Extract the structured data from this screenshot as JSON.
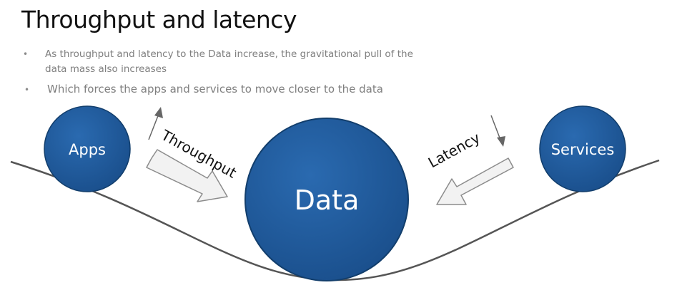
{
  "slide": {
    "title": "Throughput and latency",
    "bullets": [
      "As throughput and latency to the Data increase, the gravitational pull of the data mass also increases",
      "Which forces the apps and services to move closer to the data"
    ]
  },
  "diagram": {
    "nodes": {
      "apps": "Apps",
      "data": "Data",
      "services": "Services"
    },
    "labels": {
      "throughput": "Throughput",
      "latency": "Latency"
    },
    "colors": {
      "circle_fill": "#1f5a9c",
      "circle_stroke": "#123e6c",
      "curve": "#555555",
      "arrow_fill": "#f2f2f2",
      "arrow_stroke": "#8c8c8c"
    }
  }
}
